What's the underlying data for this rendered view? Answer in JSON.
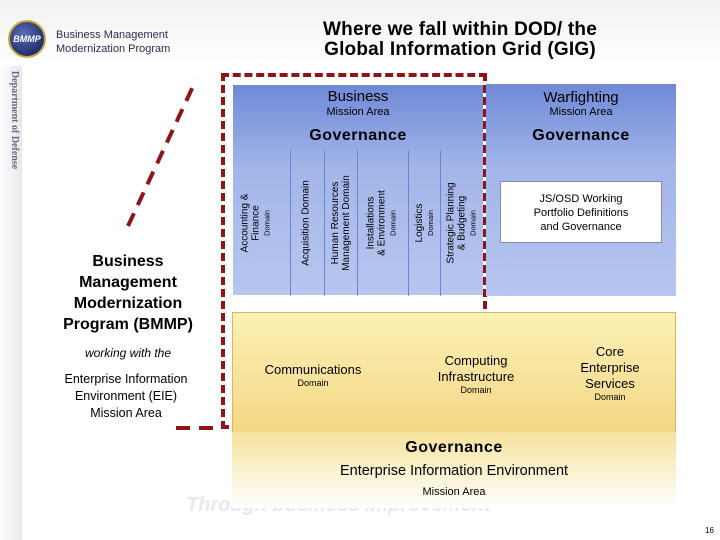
{
  "header": {
    "logo_lines": [
      "Business Management",
      "Modernization Program"
    ],
    "seal_initials": "BMMP",
    "title_line1": "Where we fall within DOD/ the",
    "title_line2": "Global Information Grid (GIG)"
  },
  "sidebar": {
    "vertical_text": "Department of Defense"
  },
  "business": {
    "title": "Business",
    "subtitle": "Mission Area",
    "governance": "Governance",
    "domains": [
      {
        "name_lines": [
          "Accounting &",
          "Finance"
        ],
        "domain": "Domain"
      },
      {
        "name_lines": [
          "Acquisition Domain"
        ],
        "domain": ""
      },
      {
        "name_lines": [
          "Human Resources",
          "Management Domain"
        ],
        "domain": ""
      },
      {
        "name_lines": [
          "Installations",
          "& Environment"
        ],
        "domain": "Domain"
      },
      {
        "name_lines": [
          "Logistics"
        ],
        "domain": "Domain"
      },
      {
        "name_lines": [
          "Strategic Planning",
          "& Budgeting"
        ],
        "domain": "Domain"
      }
    ]
  },
  "warfighting": {
    "title": "Warfighting",
    "subtitle": "Mission Area",
    "governance": "Governance",
    "box_lines": [
      "JS/OSD Working",
      "Portfolio Definitions",
      "and Governance"
    ]
  },
  "enterprise": {
    "domains": [
      {
        "name_lines": [
          "Communications"
        ],
        "domain": "Domain"
      },
      {
        "name_lines": [
          "Computing",
          "Infrastructure"
        ],
        "domain": "Domain"
      },
      {
        "name_lines": [
          "Core",
          "Enterprise",
          "Services"
        ],
        "domain": "Domain"
      }
    ],
    "governance": "Governance",
    "title": "Enterprise Information Environment",
    "subtitle": "Mission Area"
  },
  "left_text": {
    "bmmp_lines": [
      "Business",
      "Management",
      "Modernization",
      "Program (BMMP)"
    ],
    "working_with": "working with the",
    "eie_lines": [
      "Enterprise Information",
      "Environment (EIE)",
      "Mission Area"
    ]
  },
  "watermark": "Through business improvement",
  "slide_number": "16",
  "colors": {
    "business_blue": "#a3b6ea",
    "enterprise_yellow": "#f5d98b",
    "dash_red": "#8e1418"
  }
}
